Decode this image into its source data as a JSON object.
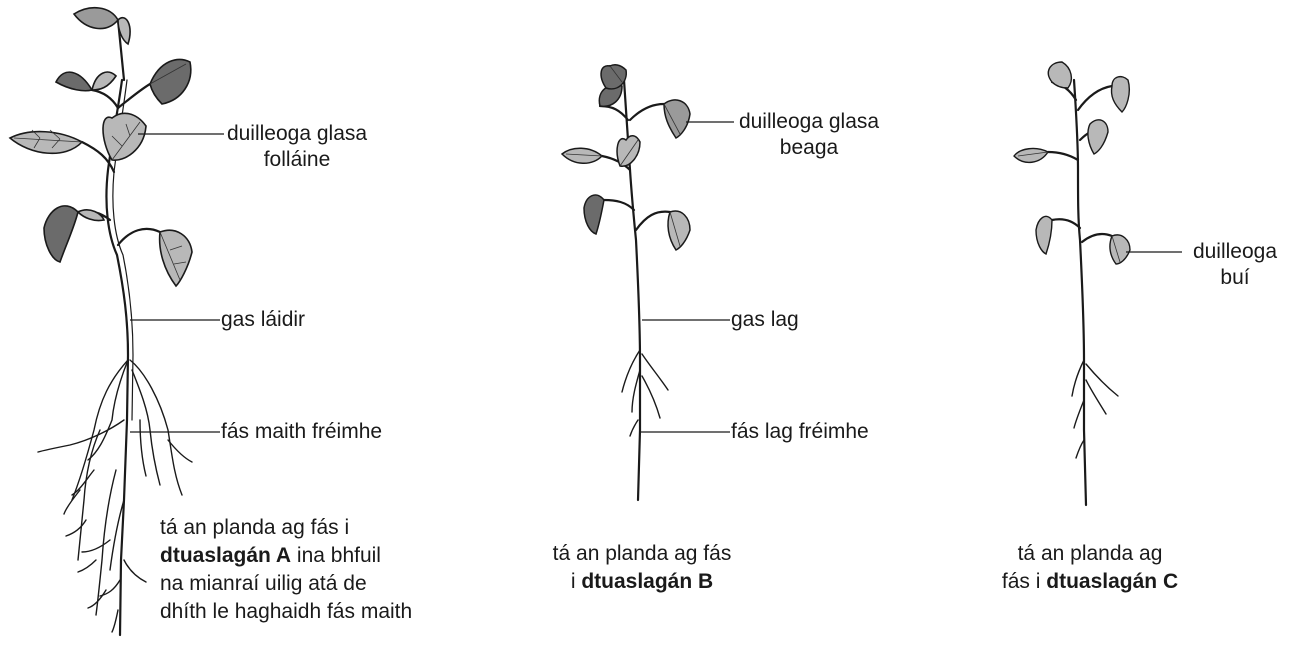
{
  "plant_a": {
    "label_leaves_line1": "duilleoga glasa",
    "label_leaves_line2": "folláine",
    "label_stem": "gas láidir",
    "label_roots": "fás maith fréimhe",
    "caption": {
      "line1": "tá an planda ag fás i",
      "line2_bold": "dtuaslagán A",
      "line2_rest": " ina bhfuil",
      "line3": "na mianraí uilig atá de",
      "line4": "dhíth le haghaidh fás maith"
    }
  },
  "plant_b": {
    "label_leaves_line1": "duilleoga glasa",
    "label_leaves_line2": "beaga",
    "label_stem": "gas lag",
    "label_roots": "fás lag fréimhe",
    "caption": {
      "line1": "tá an planda ag fás",
      "line2_prefix": "i ",
      "line2_bold": "dtuaslagán B"
    }
  },
  "plant_c": {
    "label_leaves_line1": "duilleoga",
    "label_leaves_line2": "buí",
    "caption": {
      "line1": "tá an planda ag",
      "line2_prefix": "fás i ",
      "line2_bold": "dtuaslagán C"
    }
  },
  "colors": {
    "leaf_dark": "#6b6b6b",
    "leaf_mid": "#9a9a9a",
    "leaf_light": "#b8b8b8",
    "line": "#1a1a1a"
  }
}
